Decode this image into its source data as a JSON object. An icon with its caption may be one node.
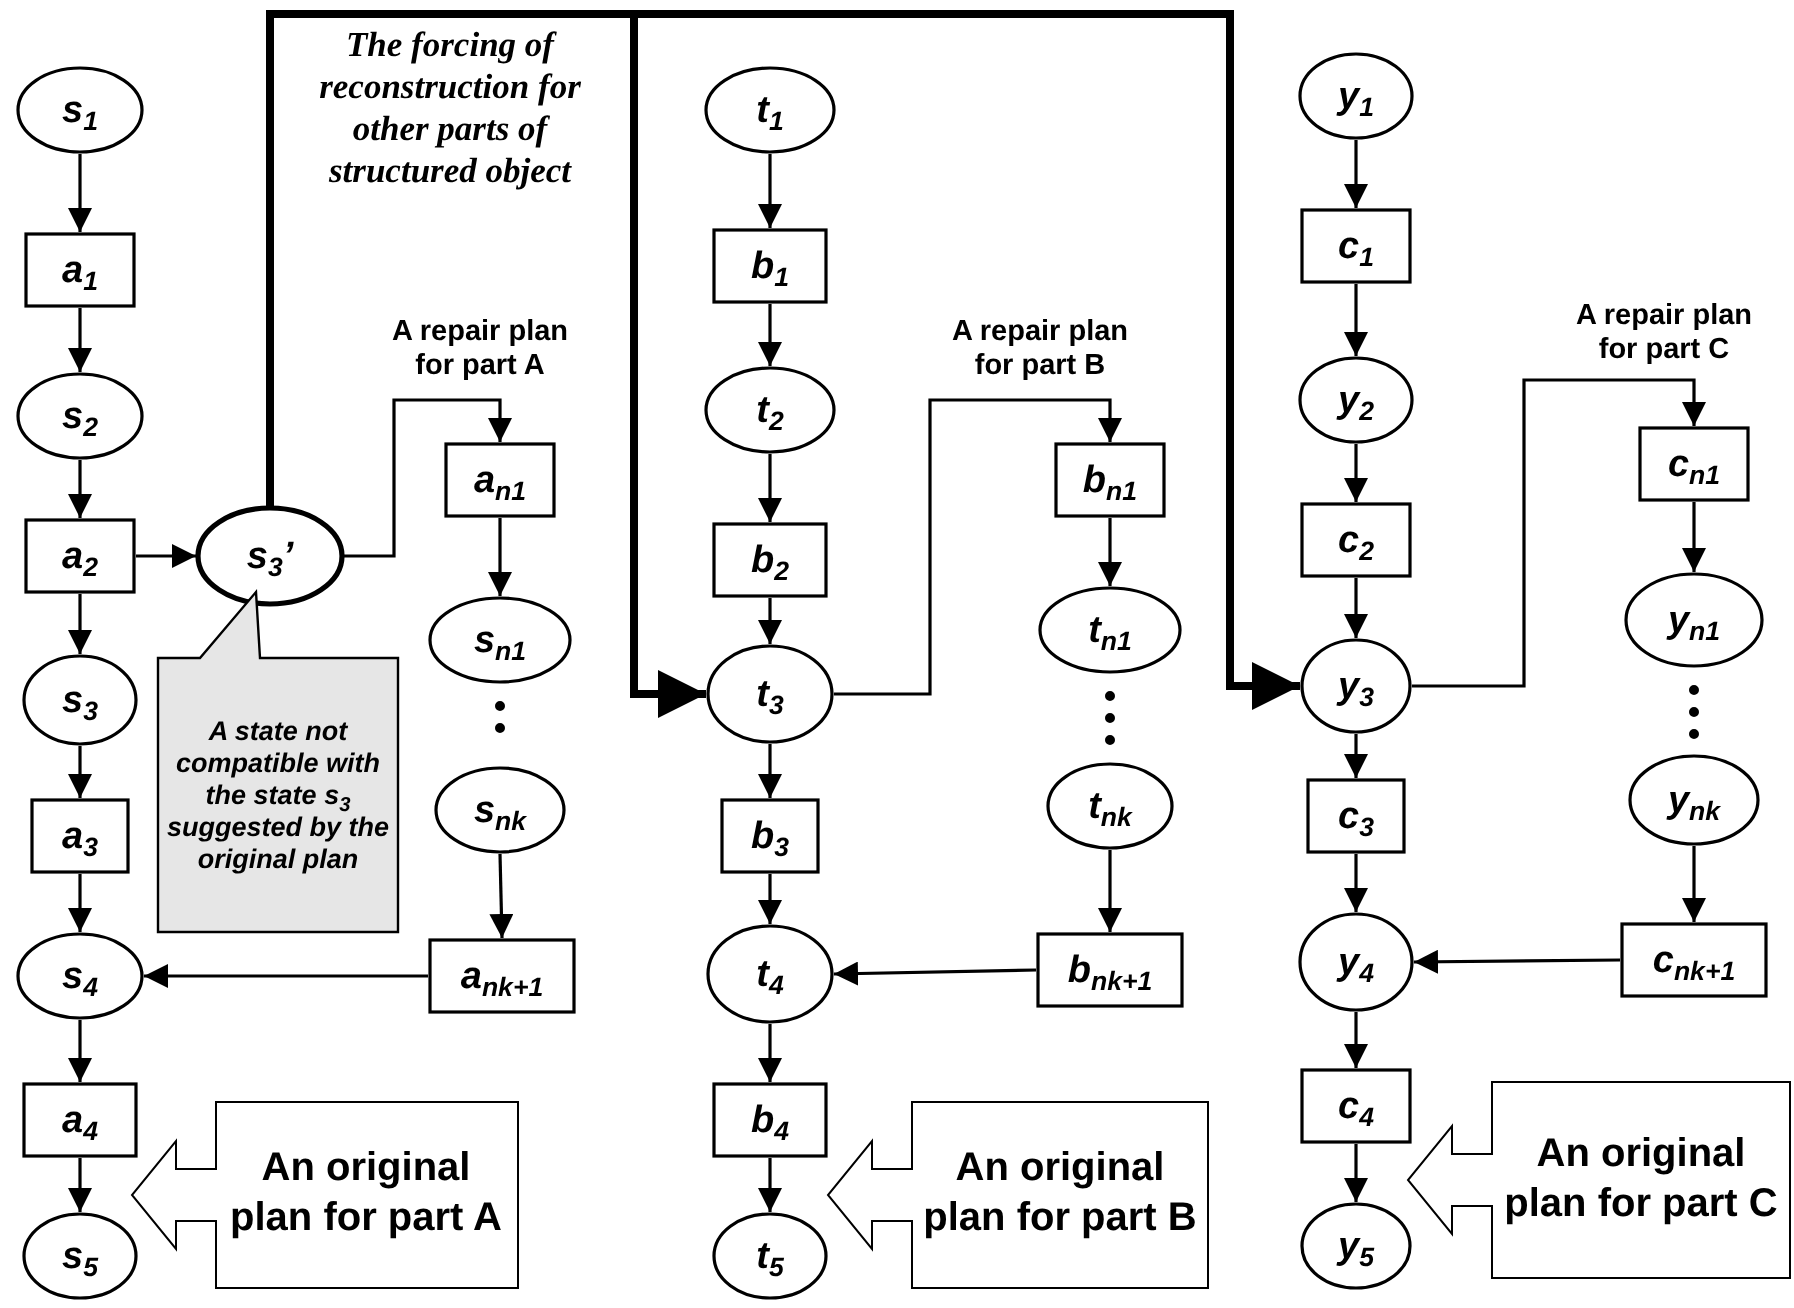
{
  "diagram": {
    "nodes": [
      {
        "text": [
          "s$_{1}$"
        ]
      },
      {
        "text": [
          "a$_{1}$"
        ]
      },
      {
        "text": [
          "s$_{2}$"
        ]
      },
      {
        "text": [
          "a$_{2}$"
        ]
      },
      {
        "text": [
          "s$_{3}$"
        ]
      },
      {
        "text": [
          "a$_{3}$"
        ]
      },
      {
        "text": [
          "s$_{4}$"
        ]
      },
      {
        "text": [
          "a$_{4}$"
        ]
      },
      {
        "text": [
          "s$_{5}$"
        ]
      },
      {
        "text": [
          "s$_{3}$’"
        ]
      },
      {
        "text": [
          "a$_{n1}$"
        ]
      },
      {
        "text": [
          "s$_{n1}$"
        ]
      },
      {
        "text": [
          "s$_{nk}$"
        ]
      },
      {
        "text": [
          "a$_{nk+1}$"
        ]
      },
      {
        "text": [
          "A state not compatible with the state s$_{3}$ suggested by the original plan"
        ]
      },
      {
        "text": [
          "An original plan for part A"
        ]
      },
      {
        "text": [
          "t$_{1}$"
        ]
      },
      {
        "text": [
          "b$_{1}$"
        ]
      },
      {
        "text": [
          "t$_{2}$"
        ]
      },
      {
        "text": [
          "b$_{2}$"
        ]
      },
      {
        "text": [
          "t$_{3}$"
        ]
      },
      {
        "text": [
          "b$_{3}$"
        ]
      },
      {
        "text": [
          "t$_{4}$"
        ]
      },
      {
        "text": [
          "b$_{4}$"
        ]
      },
      {
        "text": [
          "t$_{5}$"
        ]
      },
      {
        "text": [
          "b$_{n1}$"
        ]
      },
      {
        "text": [
          "t$_{n1}$"
        ]
      },
      {
        "text": [
          "t$_{nk}$"
        ]
      },
      {
        "text": [
          "b$_{nk+1}$"
        ]
      },
      {
        "text": [
          "An original plan for part B"
        ]
      },
      {
        "text": [
          "y$_{1}$"
        ]
      },
      {
        "text": [
          "c$_{1}$"
        ]
      },
      {
        "text": [
          "y$_{2}$"
        ]
      },
      {
        "text": [
          "c$_{2}$"
        ]
      },
      {
        "text": [
          "y$_{3}$"
        ]
      },
      {
        "text": [
          "c$_{3}$"
        ]
      },
      {
        "text": [
          "y$_{4}$"
        ]
      },
      {
        "text": [
          "c$_{4}$"
        ]
      },
      {
        "text": [
          "y$_{5}$"
        ]
      },
      {
        "text": [
          "c$_{n1}$"
        ]
      },
      {
        "text": [
          "y$_{n1}$"
        ]
      },
      {
        "text": [
          "y$_{nk}$"
        ]
      },
      {
        "text": [
          "c$_{nk+1}$"
        ]
      },
      {
        "text": [
          "An original plan for part C"
        ]
      }
    ],
    "edges": [
      {
        "from": 0,
        "to": 1,
        "arrow": "to"
      },
      {
        "from": 1,
        "to": 2,
        "arrow": "to"
      },
      {
        "from": 2,
        "to": 3,
        "arrow": "to"
      },
      {
        "from": 3,
        "to": 4,
        "arrow": "to"
      },
      {
        "from": 4,
        "to": 5,
        "arrow": "to"
      },
      {
        "from": 5,
        "to": 6,
        "arrow": "to"
      },
      {
        "from": 6,
        "to": 7,
        "arrow": "to"
      },
      {
        "from": 7,
        "to": 8,
        "arrow": "to"
      },
      {
        "from": 3,
        "to": 9,
        "arrow": "to"
      },
      {
        "from": 9,
        "to": 10,
        "arrow": "to",
        "label": "A repair plan for part A"
      },
      {
        "from": 10,
        "to": 11,
        "arrow": "to"
      },
      {
        "from": 11,
        "to": 12,
        "arrow": "none",
        "style": "dashed"
      },
      {
        "from": 12,
        "to": 13,
        "arrow": "to"
      },
      {
        "from": 13,
        "to": 6,
        "arrow": "to"
      },
      {
        "from": 9,
        "to": 20,
        "arrow": "to",
        "style": "thick",
        "label": "The forcing of reconstruction for other parts of structured object"
      },
      {
        "from": 9,
        "to": 34,
        "arrow": "to",
        "style": "thick"
      },
      {
        "from": 16,
        "to": 17,
        "arrow": "to"
      },
      {
        "from": 17,
        "to": 18,
        "arrow": "to"
      },
      {
        "from": 18,
        "to": 19,
        "arrow": "to"
      },
      {
        "from": 19,
        "to": 20,
        "arrow": "to"
      },
      {
        "from": 20,
        "to": 21,
        "arrow": "to"
      },
      {
        "from": 21,
        "to": 22,
        "arrow": "to"
      },
      {
        "from": 22,
        "to": 23,
        "arrow": "to"
      },
      {
        "from": 23,
        "to": 24,
        "arrow": "to"
      },
      {
        "from": 20,
        "to": 25,
        "arrow": "to",
        "label": "A repair plan for part B"
      },
      {
        "from": 25,
        "to": 26,
        "arrow": "to"
      },
      {
        "from": 26,
        "to": 27,
        "arrow": "none",
        "style": "dashed"
      },
      {
        "from": 27,
        "to": 28,
        "arrow": "to"
      },
      {
        "from": 28,
        "to": 22,
        "arrow": "to"
      },
      {
        "from": 30,
        "to": 31,
        "arrow": "to"
      },
      {
        "from": 31,
        "to": 32,
        "arrow": "to"
      },
      {
        "from": 32,
        "to": 33,
        "arrow": "to"
      },
      {
        "from": 33,
        "to": 34,
        "arrow": "to"
      },
      {
        "from": 34,
        "to": 35,
        "arrow": "to"
      },
      {
        "from": 35,
        "to": 36,
        "arrow": "to"
      },
      {
        "from": 36,
        "to": 37,
        "arrow": "to"
      },
      {
        "from": 37,
        "to": 38,
        "arrow": "to"
      },
      {
        "from": 34,
        "to": 39,
        "arrow": "to",
        "label": "A repair plan for part C"
      },
      {
        "from": 39,
        "to": 40,
        "arrow": "to"
      },
      {
        "from": 40,
        "to": 41,
        "arrow": "none",
        "style": "dashed"
      },
      {
        "from": 41,
        "to": 42,
        "arrow": "to"
      },
      {
        "from": 42,
        "to": 36,
        "arrow": "to"
      }
    ]
  }
}
